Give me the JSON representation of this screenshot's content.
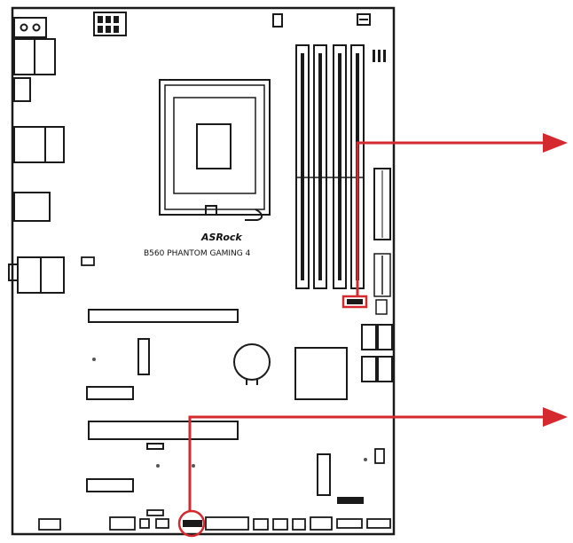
{
  "board": {
    "brand": "ASRock",
    "model": "B560 PHANTOM GAMING 4"
  },
  "colors": {
    "outline": "#1a1a1a",
    "callout": "#d42a2f",
    "background": "#ffffff"
  },
  "callouts": [
    {
      "name": "callout-upper",
      "target": "header-near-dimm-slots"
    },
    {
      "name": "callout-lower",
      "target": "bottom-edge-header"
    }
  ]
}
